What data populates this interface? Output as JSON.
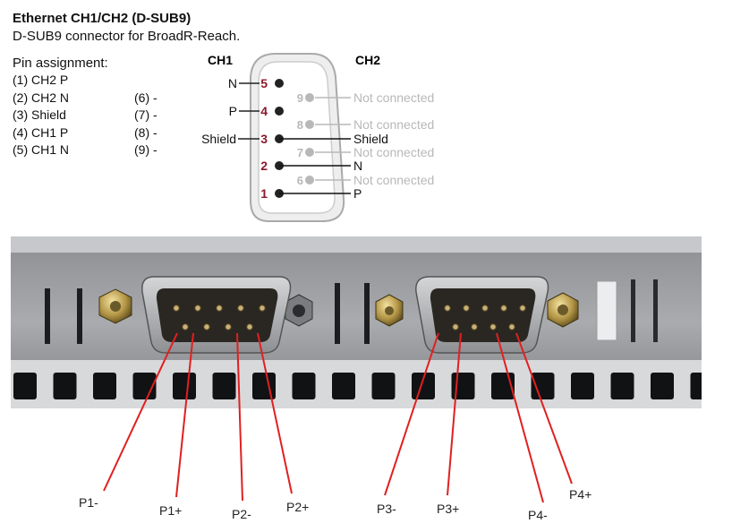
{
  "header": {
    "title": "Ethernet CH1/CH2 (D-SUB9)",
    "subtitle": "D-SUB9 connector for BroadR-Reach."
  },
  "pin_assignment": {
    "heading": "Pin assignment:",
    "left": [
      "(1) CH2 P",
      "(2) CH2 N",
      "(3) Shield",
      "(4) CH1 P",
      "(5) CH1 N"
    ],
    "right": [
      "(6) -",
      "(7) -",
      "(8) -",
      "(9) -"
    ]
  },
  "connector": {
    "ch1_label": "CH1",
    "ch2_label": "CH2",
    "left_pins": [
      {
        "num": "5",
        "signal": "N"
      },
      {
        "num": "4",
        "signal": "P"
      },
      {
        "num": "3",
        "signal": "Shield"
      },
      {
        "num": "2",
        "signal": ""
      },
      {
        "num": "1",
        "signal": ""
      }
    ],
    "right_pins": [
      {
        "num": "9",
        "signal": "Not connected",
        "connected": false
      },
      {
        "num": "8",
        "signal": "Not connected",
        "connected": false
      },
      {
        "num": "3",
        "signal": "Shield",
        "connected": true
      },
      {
        "num": "7",
        "signal": "Not connected",
        "connected": false
      },
      {
        "num": "2",
        "signal": "N",
        "connected": true
      },
      {
        "num": "6",
        "signal": "Not connected",
        "connected": false
      },
      {
        "num": "1",
        "signal": "P",
        "connected": true
      }
    ]
  },
  "photo_labels": [
    "P1-",
    "P1+",
    "P2-",
    "P2+",
    "P3-",
    "P3+",
    "P4-",
    "P4+"
  ],
  "colors": {
    "pin_number": "#8b1a2b",
    "connected_text": "#111111",
    "disconnected_text": "#b8b8b8",
    "callout_line": "#e02020"
  }
}
